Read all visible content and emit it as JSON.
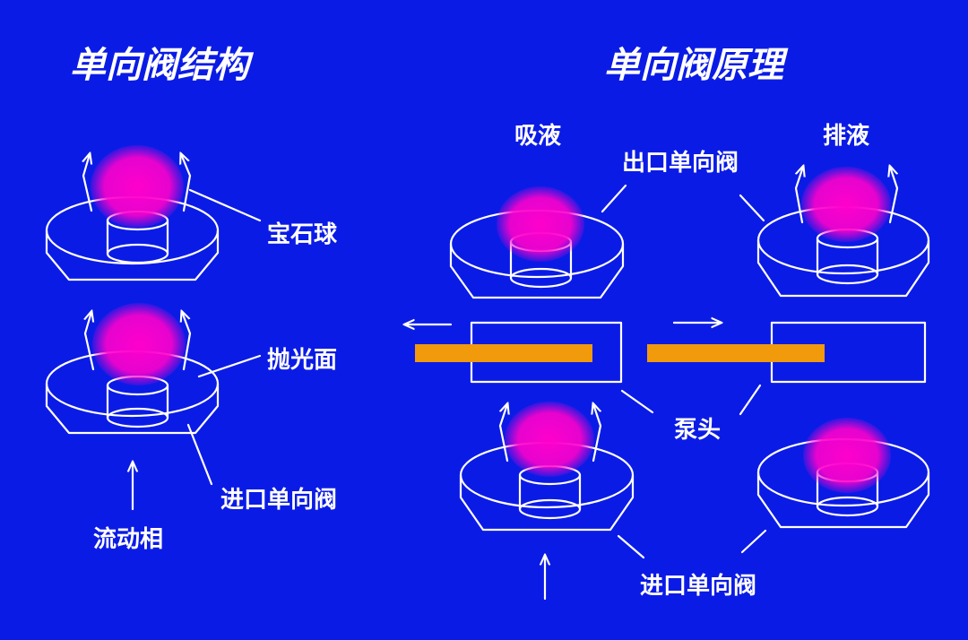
{
  "titles": {
    "structure": "单向阀结构",
    "principle": "单向阀原理"
  },
  "labels": {
    "gem_ball": "宝石球",
    "polished_face": "抛光面",
    "inlet_valve_left": "进口单向阀",
    "mobile_phase": "流动相",
    "suction": "吸液",
    "discharge": "排液",
    "outlet_valve": "出口单向阀",
    "pump_head": "泵头",
    "inlet_valve_right": "进口单向阀"
  },
  "colors": {
    "background": "#0b1be6",
    "ball": "#ff00cc",
    "piston": "#f09a0c",
    "line": "#ffffff"
  }
}
